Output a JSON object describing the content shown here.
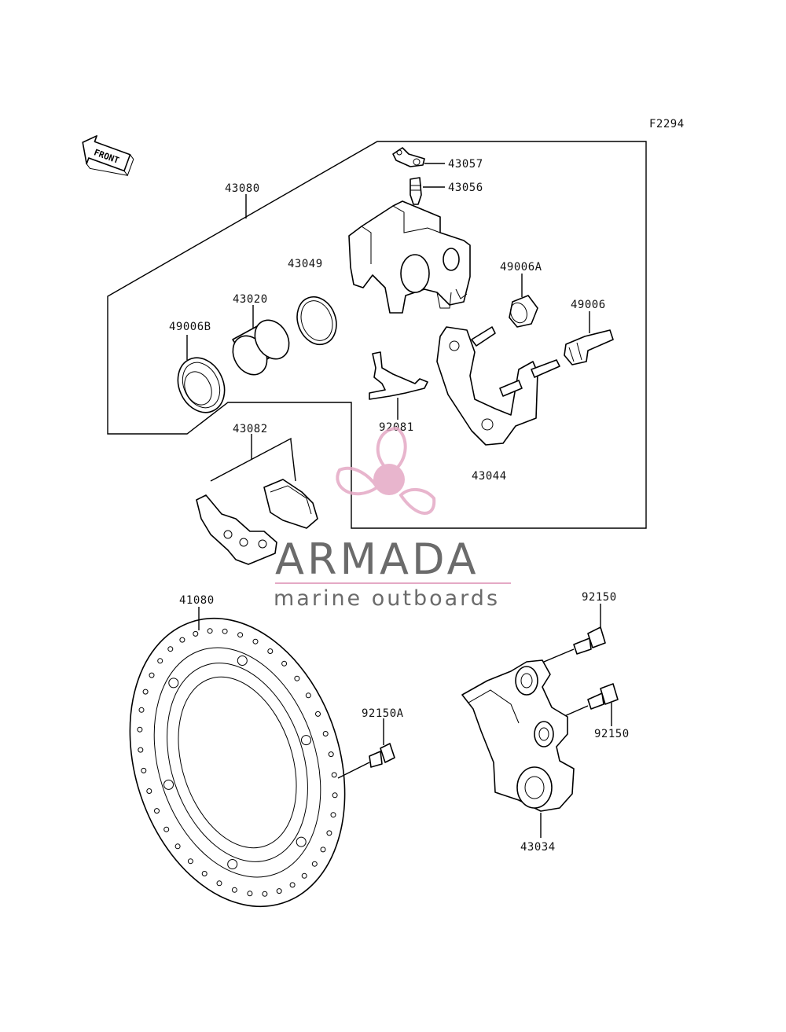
{
  "figure_code": "F2294",
  "front_arrow_label": "FRONT",
  "parts": {
    "p43057": "43057",
    "p43056": "43056",
    "p43080": "43080",
    "p43049": "43049",
    "p43020": "43020",
    "p49006B": "49006B",
    "p49006A": "49006A",
    "p49006": "49006",
    "p92081": "92081",
    "p43044": "43044",
    "p43082": "43082",
    "p41080": "41080",
    "p92150_top": "92150",
    "p92150A": "92150A",
    "p92150_mid": "92150",
    "p43034": "43034"
  },
  "watermark": {
    "title": "ARMADA",
    "subtitle": "marine outboards",
    "accent_color": "#e4a9c5",
    "text_color": "#6b6b6b",
    "icon": "propeller-logo-icon"
  }
}
